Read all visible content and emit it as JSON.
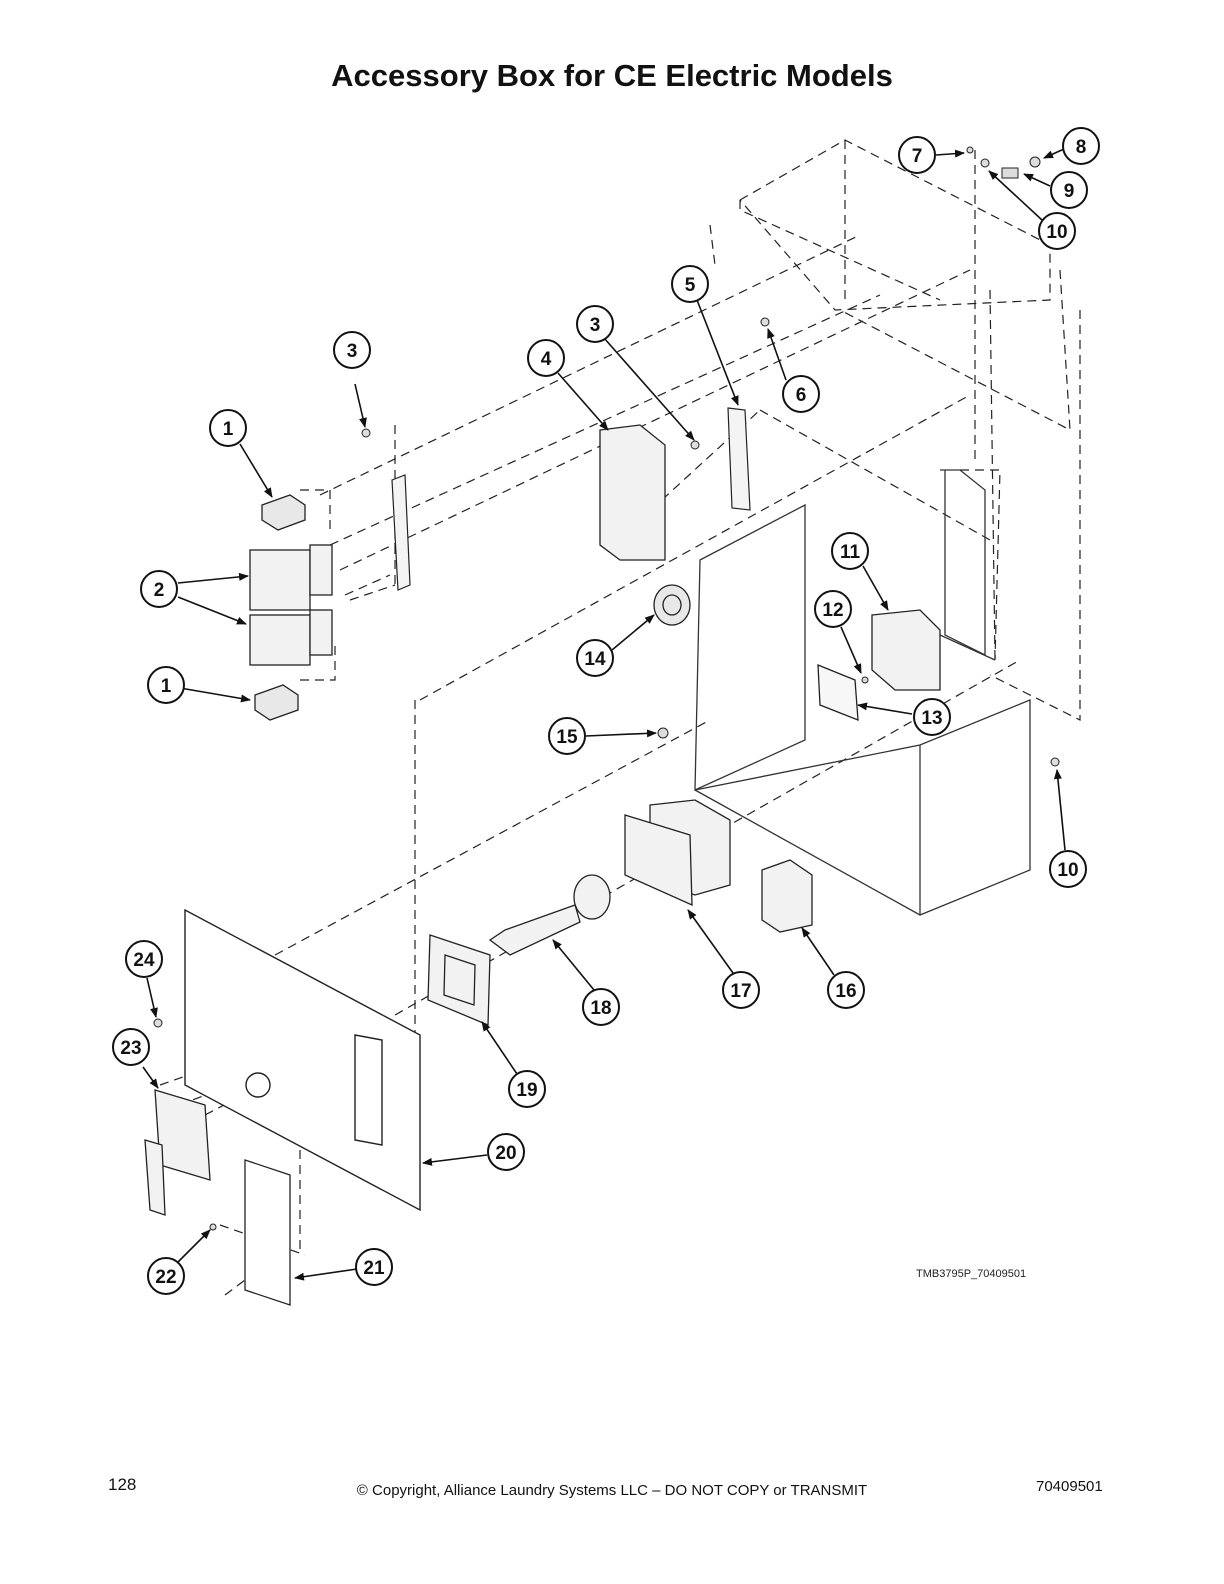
{
  "header": {
    "title": "Accessory Box for CE Electric Models"
  },
  "diagram": {
    "figure_id": "TMB3795P_70409501",
    "callouts": [
      {
        "id": "c1a",
        "number": "1"
      },
      {
        "id": "c1b",
        "number": "1"
      },
      {
        "id": "c2",
        "number": "2"
      },
      {
        "id": "c3a",
        "number": "3"
      },
      {
        "id": "c3b",
        "number": "3"
      },
      {
        "id": "c4",
        "number": "4"
      },
      {
        "id": "c5",
        "number": "5"
      },
      {
        "id": "c6",
        "number": "6"
      },
      {
        "id": "c7",
        "number": "7"
      },
      {
        "id": "c8",
        "number": "8"
      },
      {
        "id": "c9",
        "number": "9"
      },
      {
        "id": "c10a",
        "number": "10"
      },
      {
        "id": "c10b",
        "number": "10"
      },
      {
        "id": "c11",
        "number": "11"
      },
      {
        "id": "c12",
        "number": "12"
      },
      {
        "id": "c13",
        "number": "13"
      },
      {
        "id": "c14",
        "number": "14"
      },
      {
        "id": "c15",
        "number": "15"
      },
      {
        "id": "c16",
        "number": "16"
      },
      {
        "id": "c17",
        "number": "17"
      },
      {
        "id": "c18",
        "number": "18"
      },
      {
        "id": "c19",
        "number": "19"
      },
      {
        "id": "c20",
        "number": "20"
      },
      {
        "id": "c21",
        "number": "21"
      },
      {
        "id": "c22",
        "number": "22"
      },
      {
        "id": "c23",
        "number": "23"
      },
      {
        "id": "c24",
        "number": "24"
      }
    ]
  },
  "footer": {
    "page_number": "128",
    "copyright": "© Copyright, Alliance Laundry Systems LLC – DO NOT COPY or TRANSMIT",
    "document_number": "70409501"
  }
}
